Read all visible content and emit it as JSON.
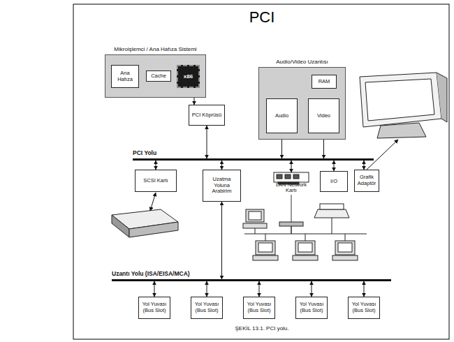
{
  "diagram": {
    "title": "PCI",
    "caption": "ŞEKİL 13.1. PCI yolu.",
    "nodes": [
      {
        "text": [
          "Mikroişlemci / Ana Hafıza Sistemi"
        ]
      },
      {
        "text": [
          "Ana Hafıza"
        ],
        "in": 0
      },
      {
        "text": [
          "Cache"
        ],
        "in": 0
      },
      {
        "text": [
          "x86"
        ],
        "in": 0
      },
      {
        "text": [
          "Audio/Video Uzantısı"
        ]
      },
      {
        "text": [
          "RAM"
        ],
        "in": 4
      },
      {
        "text": [
          "Audio"
        ],
        "in": 4
      },
      {
        "text": [
          "Video"
        ],
        "in": 4
      },
      {
        "text": [
          "PCI Köprüsü"
        ]
      },
      {
        "text": [
          "PCI Yolu"
        ]
      },
      {
        "text": [
          "SCSI Kartı"
        ]
      },
      {
        "text": [
          "Uzatma Yoluna Arabirim"
        ]
      },
      {
        "text": [
          "LAN Network Kartı"
        ]
      },
      {
        "text": [
          "I/O"
        ]
      },
      {
        "text": [
          "Grafik Adaptör"
        ]
      },
      {
        "text": [
          "Uzantı Yolu (ISA/EISA/MCA)"
        ]
      },
      {
        "text": [
          "Yol Yuvası (Bus Slot)"
        ]
      },
      {
        "text": [
          "Yol Yuvası (Bus Slot)"
        ]
      },
      {
        "text": [
          "Yol Yuvası (Bus Slot)"
        ]
      },
      {
        "text": [
          "Yol Yuvası (Bus Slot)"
        ]
      },
      {
        "text": [
          "Yol Yuvası (Bus Slot)"
        ]
      }
    ],
    "edges": [
      {
        "from": 1,
        "to": 2,
        "arrow": "both"
      },
      {
        "from": 2,
        "to": 3,
        "arrow": "both"
      },
      {
        "from": 3,
        "to": 8,
        "arrow": "both"
      },
      {
        "from": 8,
        "to": 9,
        "arrow": "both"
      },
      {
        "from": 6,
        "to": 9,
        "arrow": "both"
      },
      {
        "from": 7,
        "to": 9,
        "arrow": "both"
      },
      {
        "from": 9,
        "to": 10,
        "arrow": "both"
      },
      {
        "from": 9,
        "to": 11,
        "arrow": "both"
      },
      {
        "from": 9,
        "to": 12,
        "arrow": "both"
      },
      {
        "from": 9,
        "to": 13,
        "arrow": "both"
      },
      {
        "from": 9,
        "to": 14,
        "arrow": "both"
      },
      {
        "from": 11,
        "to": 15,
        "arrow": "both"
      },
      {
        "from": 15,
        "to": 16,
        "arrow": "both"
      },
      {
        "from": 15,
        "to": 17,
        "arrow": "both"
      },
      {
        "from": 15,
        "to": 18,
        "arrow": "both"
      },
      {
        "from": 15,
        "to": 19,
        "arrow": "both"
      },
      {
        "from": 15,
        "to": 20,
        "arrow": "both"
      }
    ]
  }
}
